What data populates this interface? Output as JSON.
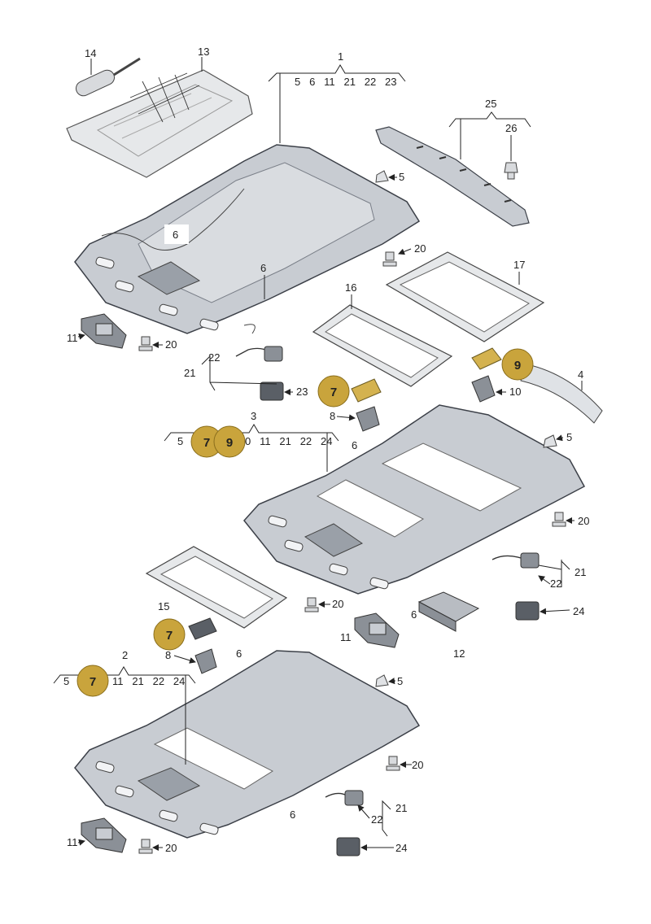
{
  "colors": {
    "headliner_fill": "#c8ccd2",
    "headliner_stroke": "#3c4048",
    "panel_fill": "#dfe2e6",
    "callout_fill": "#c9a43c",
    "part_fill": "#d4b24f"
  },
  "labels": {
    "l1": "1",
    "l1_row": "5   6   11   21   22   23",
    "l2": "2",
    "l2_row_a": "5",
    "l2_row_b": "11   21   22   24",
    "l3": "3",
    "l3_row_a": "5",
    "l3_row_b": "0   11   21   22   24",
    "l4": "4",
    "l5a": "5",
    "l5b": "5",
    "l5c": "5",
    "l6a": "6",
    "l6b": "6",
    "l6c": "6",
    "l6d": "6",
    "l6e": "6",
    "l6f": "6",
    "l8a": "8",
    "l8b": "8",
    "l10": "10",
    "l11a": "11",
    "l11b": "11",
    "l11c": "11",
    "l12": "12",
    "l13": "13",
    "l14": "14",
    "l15": "15",
    "l16": "16",
    "l17": "17",
    "l20a": "20",
    "l20b": "20",
    "l20c": "20",
    "l20d": "20",
    "l20e": "20",
    "l20f": "20",
    "l21a": "21",
    "l21b": "21",
    "l21c": "21",
    "l22a": "22",
    "l22b": "22",
    "l22c": "22",
    "l23": "23",
    "l24a": "24",
    "l24b": "24",
    "l25": "25",
    "l26": "26"
  },
  "callouts": {
    "c7a": "7",
    "c7b": "7",
    "c7c": "7",
    "c7d": "7",
    "c9a": "9",
    "c9b": "9"
  }
}
